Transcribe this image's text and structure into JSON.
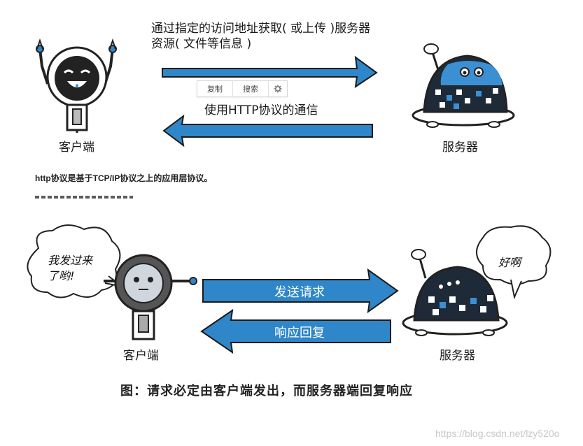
{
  "top": {
    "request_line1": "通过指定的访问地址获取( 或上传 )服务器",
    "request_line2": "资源( 文件等信息 )",
    "response_text": "使用HTTP协议的通信",
    "client_label": "客户端",
    "server_label": "服务器"
  },
  "toolbar": {
    "copy_label": "复制",
    "search_label": "搜索"
  },
  "note": {
    "line1": "http协议是基于TCP/IP协议之上的应用层协议。"
  },
  "bottom": {
    "client_speech": "我发过来\n了哟!",
    "server_speech": "好啊",
    "send_request": "发送请求",
    "reply_response": "响应回复",
    "client_label": "客户端",
    "server_label": "服务器"
  },
  "caption": "图：请求必定由客户端发出，而服务器端回复响应",
  "watermark": "https://blog.csdn.net/lzy520o",
  "colors": {
    "arrow_blue": "#2f86c8",
    "arrow_outline": "#1a1a1a",
    "robot_dark": "#1e2a38",
    "robot_accent": "#3b8fd3"
  }
}
